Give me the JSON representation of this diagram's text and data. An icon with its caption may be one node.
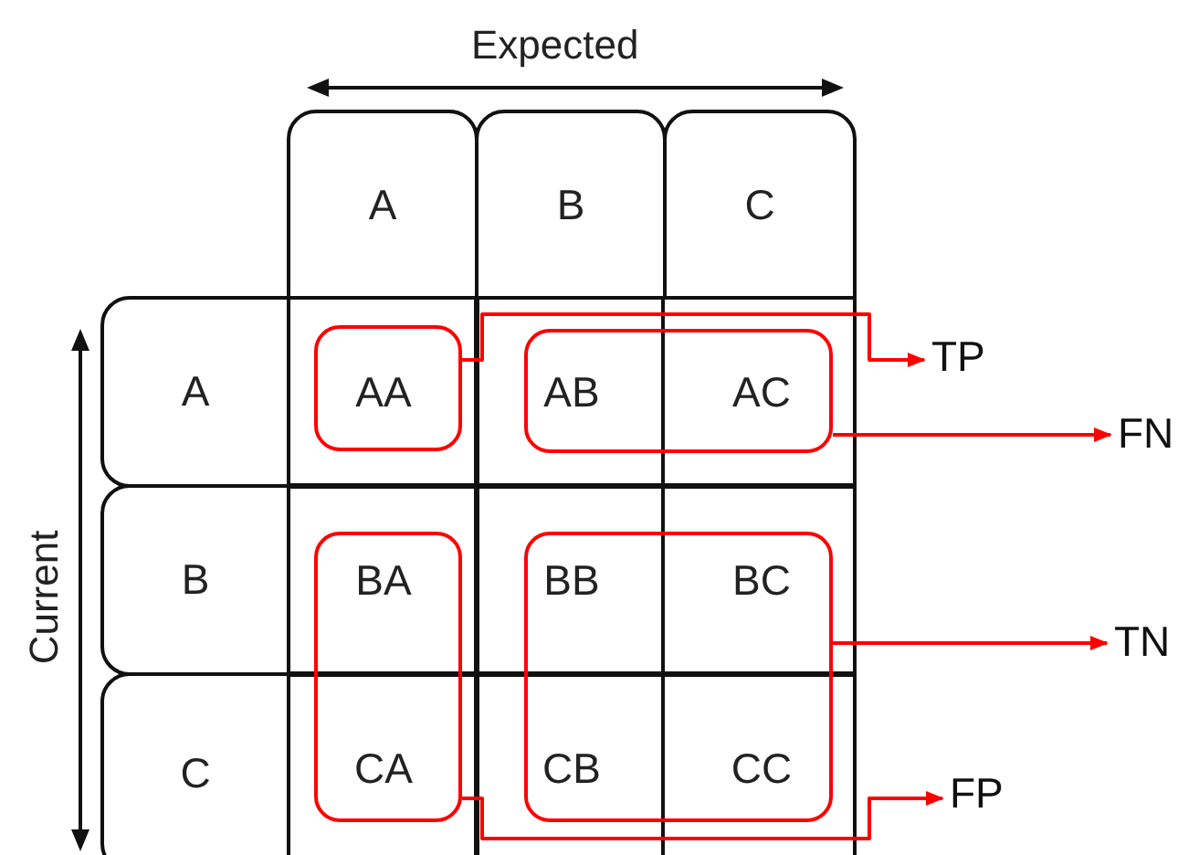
{
  "diagram": {
    "nodes": [
      {
        "text": [
          "A"
        ]
      },
      {
        "text": [
          "B"
        ]
      },
      {
        "text": [
          "C"
        ]
      },
      {
        "text": [
          "A"
        ]
      },
      {
        "text": [
          "B"
        ]
      },
      {
        "text": [
          "C"
        ]
      },
      {
        "text": [
          "AA"
        ]
      },
      {
        "text": [
          "AB",
          "AC"
        ]
      },
      {
        "text": [
          "BA",
          "CA"
        ]
      },
      {
        "text": [
          "BB",
          "BC",
          "CB",
          "CC"
        ]
      },
      {
        "text": [
          "TP"
        ]
      },
      {
        "text": [
          "FN"
        ]
      },
      {
        "text": [
          "TN"
        ]
      },
      {
        "text": [
          "FP"
        ]
      }
    ],
    "edges": [
      {
        "from": 6,
        "to": 10,
        "arrow": "to"
      },
      {
        "from": 7,
        "to": 11,
        "arrow": "to"
      },
      {
        "from": 9,
        "to": 12,
        "arrow": "to"
      },
      {
        "from": 8,
        "to": 13,
        "arrow": "to"
      }
    ],
    "labels": [
      "Expected",
      "Current"
    ]
  }
}
